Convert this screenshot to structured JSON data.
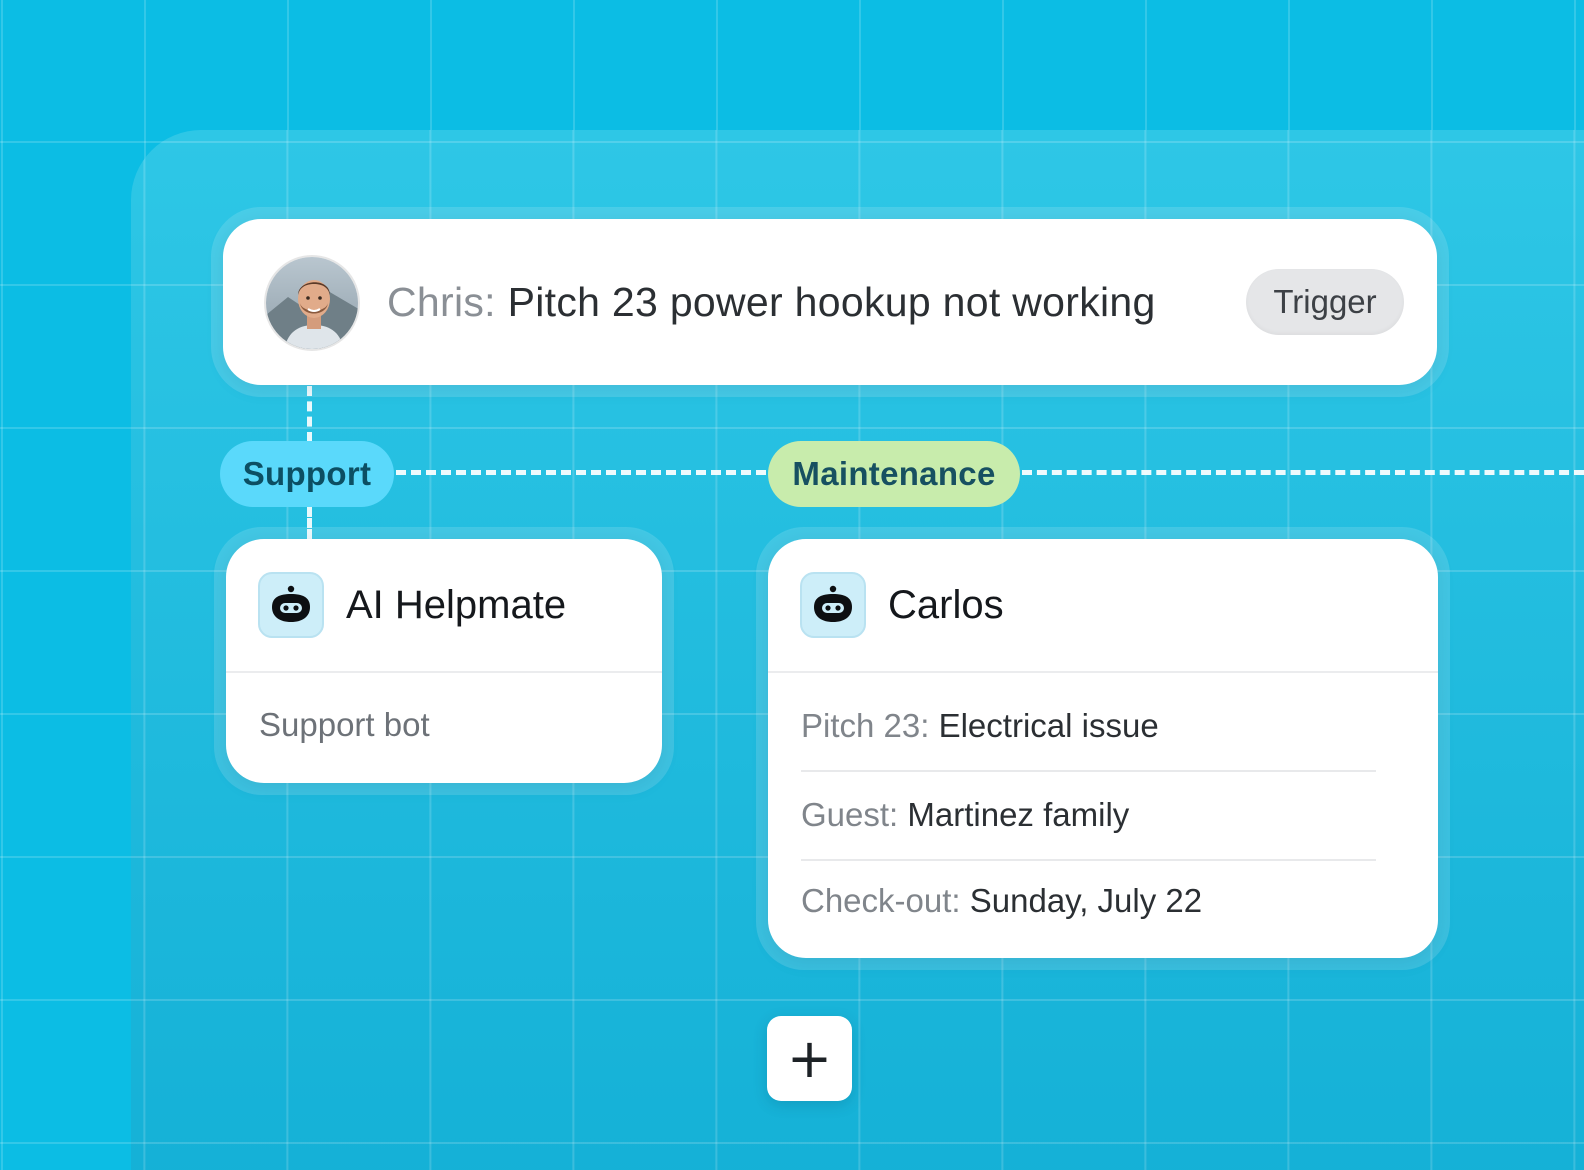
{
  "trigger": {
    "sender": "Chris:",
    "message": "Pitch 23 power hookup not working",
    "badge": "Trigger"
  },
  "tags": {
    "support": "Support",
    "maintenance": "Maintenance"
  },
  "cards": {
    "ai_helpmate": {
      "name": "AI Helpmate",
      "icon": "bot-icon",
      "description": "Support bot"
    },
    "carlos": {
      "name": "Carlos",
      "icon": "bot-icon",
      "details": [
        {
          "key": "Pitch 23:",
          "value": "Electrical issue"
        },
        {
          "key": "Guest:",
          "value": "Martinez family"
        },
        {
          "key": "Check-out:",
          "value": "Sunday, July 22"
        }
      ]
    }
  },
  "add_button": {
    "label": "+",
    "icon": "plus-icon"
  },
  "colors": {
    "background": "#0cbde4",
    "support_tag": "#5ad9fb",
    "maintenance_tag": "#c8ecac",
    "card": "#ffffff",
    "trigger_badge": "#e5e6e8"
  }
}
